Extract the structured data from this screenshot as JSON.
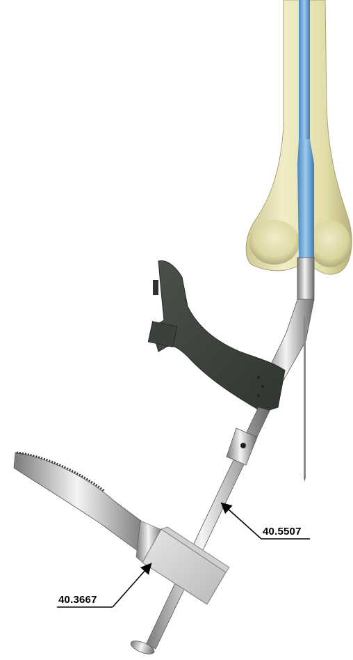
{
  "callouts": [
    {
      "id": "shaft",
      "label": "40.5507"
    },
    {
      "id": "handle",
      "label": "40.3667"
    }
  ],
  "colors": {
    "bone": "#e8e3b2",
    "bone_shadow": "#bcb683",
    "implant_blue": "#6aa6d6",
    "guide_dark": "#3c433c",
    "steel": "#c8c8c8",
    "steel_dark": "#6f6f6f"
  }
}
